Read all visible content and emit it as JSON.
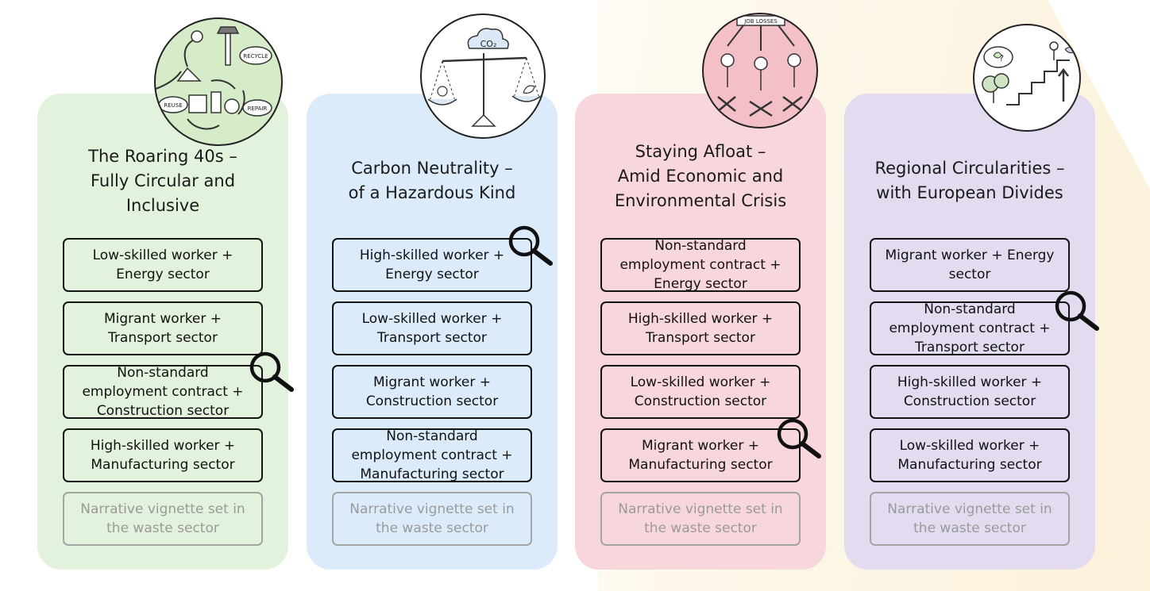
{
  "columns": [
    {
      "title": "The Roaring 40s –\nFully Circular and\nInclusive",
      "bg_color": "#e3f2dc",
      "items": [
        "Low-skilled worker +\nEnergy sector",
        "Migrant worker +\nTransport sector",
        "Non-standard\nemployment contract +\nConstruction sector",
        "High-skilled worker +\nManufacturing sector"
      ],
      "narrative": "Narrative vignette set in\nthe waste sector",
      "illustration_labels": [
        "RECYCLE",
        "REUSE",
        "REPAIR"
      ]
    },
    {
      "title": "Carbon Neutrality –\nof a Hazardous Kind",
      "bg_color": "#dcebfa",
      "items": [
        "High-skilled worker +\nEnergy sector",
        "Low-skilled worker +\nTransport sector",
        "Migrant worker +\nConstruction sector",
        "Non-standard\nemployment contract +\nManufacturing sector"
      ],
      "narrative": "Narrative vignette set in\nthe waste sector",
      "illustration_labels": [
        "CO₂"
      ]
    },
    {
      "title": "Staying Afloat –\nAmid Economic and\nEnvironmental Crisis",
      "bg_color": "#f8d7dc",
      "items": [
        "Non-standard\nemployment contract +\nEnergy sector",
        "High-skilled worker +\nTransport sector",
        "Low-skilled worker +\nConstruction sector",
        "Migrant worker +\nManufacturing sector"
      ],
      "narrative": "Narrative vignette set in\nthe waste sector",
      "illustration_labels": [
        "JOB LOSSES"
      ]
    },
    {
      "title": "Regional Circularities –\nwith European Divides",
      "bg_color": "#e3dcf0",
      "items": [
        "Migrant worker + Energy\nsector",
        "Non-standard\nemployment contract +\nTransport sector",
        "High-skilled worker +\nConstruction sector",
        "Low-skilled worker +\nManufacturing sector"
      ],
      "narrative": "Narrative vignette set in\nthe waste sector",
      "illustration_labels": [
        "?"
      ]
    }
  ],
  "icons": {
    "magnifier": "magnifier-icon"
  }
}
